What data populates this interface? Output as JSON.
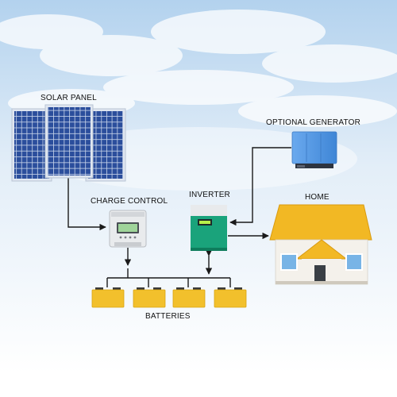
{
  "labels": {
    "solar_panel": "SOLAR PANEL",
    "charge_control": "CHARGE CONTROL",
    "inverter": "INVERTER",
    "optional_generator": "OPTIONAL GENERATOR",
    "home": "HOME",
    "batteries": "BATTERIES"
  },
  "colors": {
    "sky_top": "#b9d6ef",
    "sky_bottom": "#ffffff",
    "panel_blue": "#2f4f9e",
    "panel_frame": "#c8d2e0",
    "wire": "#1a1a1a",
    "battery_yellow": "#f2c02c",
    "inverter_green": "#17a37a",
    "generator_blue": "#5a9ee8",
    "roof_yellow": "#f2b824",
    "house_wall": "#f3f0ea",
    "controller_gray": "#e6e8ea"
  }
}
